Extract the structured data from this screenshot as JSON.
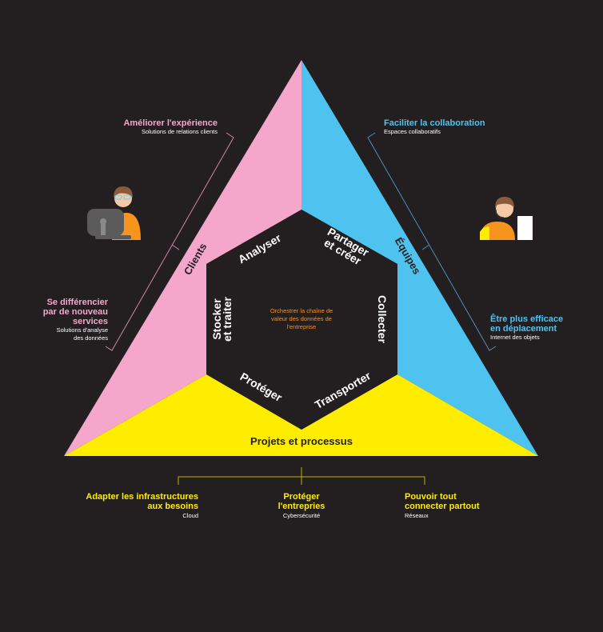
{
  "colors": {
    "background": "#231f20",
    "pink": "#f4a7cb",
    "blue": "#4fc3f0",
    "yellow": "#ffed00",
    "orange": "#f7941d",
    "hex": "#231f20"
  },
  "sections": {
    "clients": "Clients",
    "equipes": "Équipes",
    "projets": "Projets et processus"
  },
  "hexagon": {
    "analyser": "Analyser",
    "partager": [
      "Partager",
      "et créer"
    ],
    "collecter": "Collecter",
    "transporter": "Transporter",
    "proteger": "Protéger",
    "stocker": [
      "Stocker",
      "et traiter"
    ],
    "center": [
      "Orchestrer la chaîne de",
      "valeur des données de",
      "l'entreprise"
    ]
  },
  "callouts": {
    "ameliorer": {
      "title": "Améliorer l'expérience",
      "sub": "Solutions de relations clients"
    },
    "differencier": {
      "title": [
        "Se différencier",
        "par de nouveau",
        "services"
      ],
      "sub": [
        "Solutions d'analyse",
        "des données"
      ]
    },
    "faciliter": {
      "title": "Faciliter la collaboration",
      "sub": "Espaces collaboratifs"
    },
    "efficace": {
      "title": [
        "Être plus efficace",
        "en déplacement"
      ],
      "sub": "Internet des objets"
    },
    "adapter": {
      "title": [
        "Adapter les infrastructures",
        "aux besoins"
      ],
      "sub": "Cloud"
    },
    "proteger": {
      "title": [
        "Protéger",
        "l'entrepries"
      ],
      "sub": "Cybersécurité"
    },
    "pouvoir": {
      "title": [
        "Pouvoir tout",
        "connecter partout"
      ],
      "sub": "Réseaux"
    }
  }
}
